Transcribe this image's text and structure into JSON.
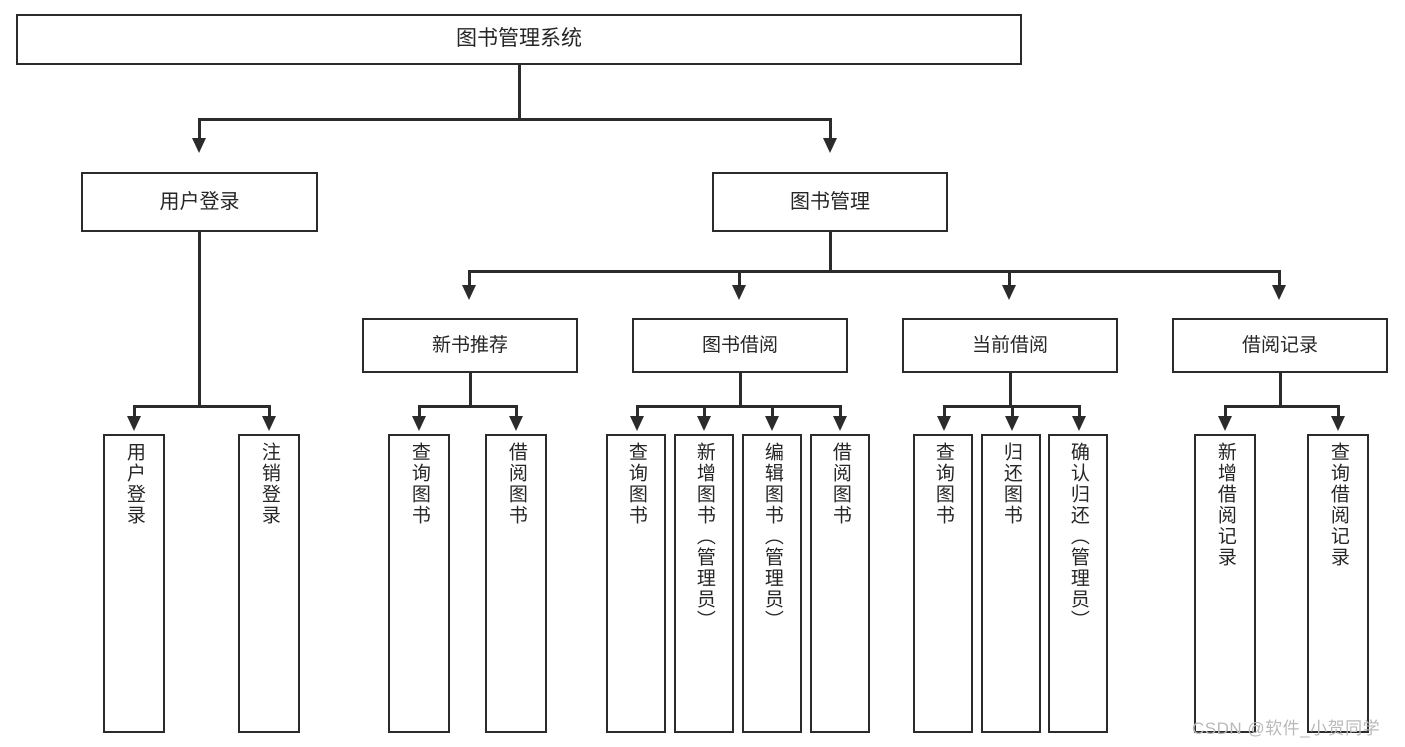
{
  "diagram": {
    "type": "tree-hierarchy",
    "title": "图书管理系统",
    "root": {
      "label": "图书管理系统"
    },
    "level2": [
      {
        "label": "用户登录"
      },
      {
        "label": "图书管理"
      }
    ],
    "level3": [
      {
        "label": "新书推荐"
      },
      {
        "label": "图书借阅"
      },
      {
        "label": "当前借阅"
      },
      {
        "label": "借阅记录"
      }
    ],
    "leaves": {
      "user_login": [
        {
          "label": "用户登录"
        },
        {
          "label": "注销登录"
        }
      ],
      "new_book_recommend": [
        {
          "label": "查询图书"
        },
        {
          "label": "借阅图书"
        }
      ],
      "book_borrow": [
        {
          "label": "查询图书"
        },
        {
          "label": "新增图书（管理员）"
        },
        {
          "label": "编辑图书（管理员）"
        },
        {
          "label": "借阅图书"
        }
      ],
      "current_borrow": [
        {
          "label": "查询图书"
        },
        {
          "label": "归还图书"
        },
        {
          "label": "确认归还（管理员）"
        }
      ],
      "borrow_record": [
        {
          "label": "新增借阅记录"
        },
        {
          "label": "查询借阅记录"
        }
      ]
    }
  },
  "watermark": {
    "text": "CSDN @软件_小贺同学"
  },
  "colors": {
    "stroke": "#2b2b2b",
    "text": "#262626",
    "background": "#ffffff",
    "watermark": "#b9b9b9"
  }
}
